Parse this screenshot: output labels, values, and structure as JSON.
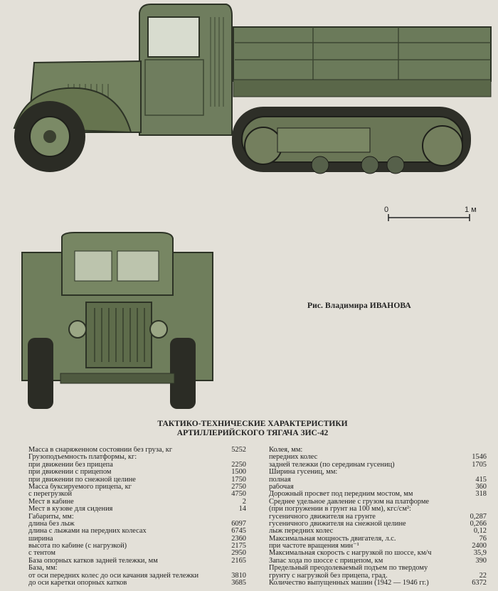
{
  "caption": "Рис. Владимира ИВАНОВА",
  "scale": {
    "zero": "0",
    "one": "1 м"
  },
  "spec_title": {
    "line1": "ТАКТИКО-ТЕХНИЧЕСКИЕ ХАРАКТЕРИСТИКИ",
    "line2": "АРТИЛЛЕРИЙСКОГО ТЯГАЧА ЗИС-42"
  },
  "left_rows": [
    {
      "label": "Масса в снаряженном состоянии без груза, кг",
      "value": "5252"
    },
    {
      "label": "Грузоподъемность платформы, кг:",
      "value": ""
    },
    {
      "label": "при движении без прицепа",
      "value": "2250"
    },
    {
      "label": "при движении с прицепом",
      "value": "1500"
    },
    {
      "label": "при движении по снежной целине",
      "value": "1750"
    },
    {
      "label": "Масса буксируемого прицепа, кг",
      "value": "2750"
    },
    {
      "label": "с перегрузкой",
      "value": "4750"
    },
    {
      "label": "Мест в кабине",
      "value": "2"
    },
    {
      "label": "Мест в кузове для сидения",
      "value": "14"
    },
    {
      "label": "Габариты, мм:",
      "value": ""
    },
    {
      "label": "длина без лыж",
      "value": "6097"
    },
    {
      "label": "длина с лыжами на передних колесах",
      "value": "6745"
    },
    {
      "label": "ширина",
      "value": "2360"
    },
    {
      "label": "высота по кабине (с нагрузкой)",
      "value": "2175"
    },
    {
      "label": "с тентом",
      "value": "2950"
    },
    {
      "label": "База опорных катков задней тележки, мм",
      "value": "2165"
    },
    {
      "label": "База, мм:",
      "value": ""
    },
    {
      "label": "от оси передних колес до оси качания задней тележки",
      "value": "3810"
    },
    {
      "label": "до оси каретки опорных катков",
      "value": "3685"
    }
  ],
  "right_rows": [
    {
      "label": "Колея, мм:",
      "value": ""
    },
    {
      "label": "передних колес",
      "value": "1546"
    },
    {
      "label": "задней тележки (по серединам гусениц)",
      "value": "1705"
    },
    {
      "label": "Ширина гусениц, мм:",
      "value": ""
    },
    {
      "label": "полная",
      "value": "415"
    },
    {
      "label": "рабочая",
      "value": "360"
    },
    {
      "label": "Дорожный просвет под передним мостом, мм",
      "value": "318"
    },
    {
      "label": "Среднее удельное давление с грузом на платформе",
      "value": ""
    },
    {
      "label": "(при погружении в грунт на 100 мм), кгс/см²:",
      "value": ""
    },
    {
      "label": "гусеничного движителя на грунте",
      "value": "0,287"
    },
    {
      "label": "гусеничного движителя на снежной целине",
      "value": "0,266"
    },
    {
      "label": "лыж передних колес",
      "value": "0,12"
    },
    {
      "label": "Максимальная мощность двигателя, л.с.",
      "value": "76"
    },
    {
      "label": "при частоте вращения мин⁻¹",
      "value": "2400"
    },
    {
      "label": "Максимальная скорость с нагрузкой по шоссе, км/ч",
      "value": "35,9"
    },
    {
      "label": "Запас хода по шоссе с прицепом, км",
      "value": "390"
    },
    {
      "label": "Предельный преодолеваемый подъем по твердому",
      "value": ""
    },
    {
      "label": "грунту с нагрузкой без прицепа, град.",
      "value": "22"
    },
    {
      "label": "Количество выпущенных машин (1942 — 1946 гг.)",
      "value": "6372"
    }
  ]
}
